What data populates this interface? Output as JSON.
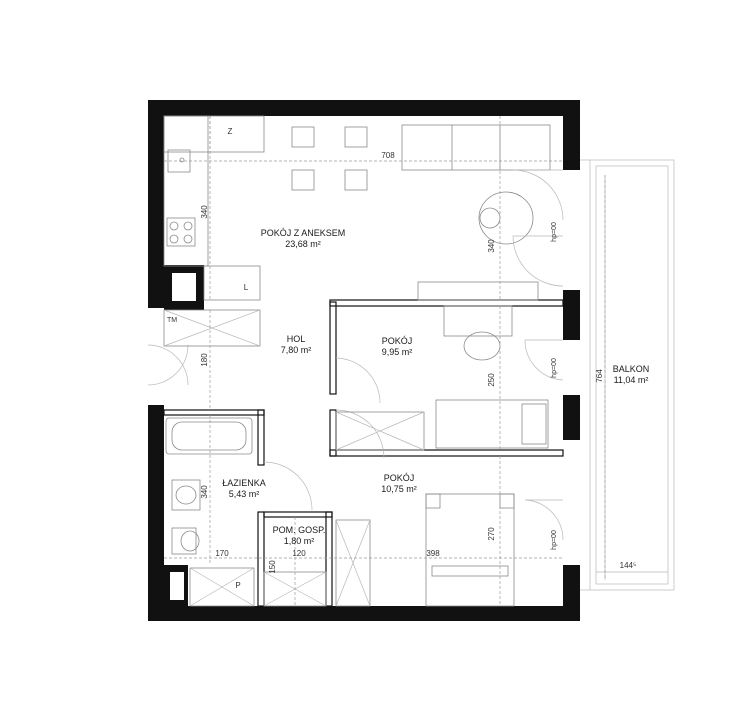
{
  "rooms": {
    "living": {
      "name": "POKÓJ Z ANEKSEM",
      "area": "23,68 m²"
    },
    "hall": {
      "name": "HOL",
      "area": "7,80 m²"
    },
    "room1": {
      "name": "POKÓJ",
      "area": "9,95 m²"
    },
    "room2": {
      "name": "POKÓJ",
      "area": "10,75 m²"
    },
    "bathroom": {
      "name": "ŁAZIENKA",
      "area": "5,43 m²"
    },
    "utility": {
      "name": "POM. GOSP.",
      "area": "1,80 m²"
    },
    "balcony": {
      "name": "BALKON",
      "area": "11,04 m²"
    }
  },
  "dimensions": {
    "d708": "708",
    "d340a": "340",
    "d340b": "340",
    "d340c": "340",
    "d180": "180",
    "d250": "250",
    "d270": "270",
    "d170": "170",
    "d398": "398",
    "d120": "120",
    "d150": "150",
    "d764": "764",
    "d144": "144⁵"
  },
  "marks": {
    "z": "Z",
    "l": "L",
    "tm": "TM",
    "p": "P",
    "hp1": "hp=00",
    "hp2": "hp=00",
    "hp3": "hp=00"
  }
}
